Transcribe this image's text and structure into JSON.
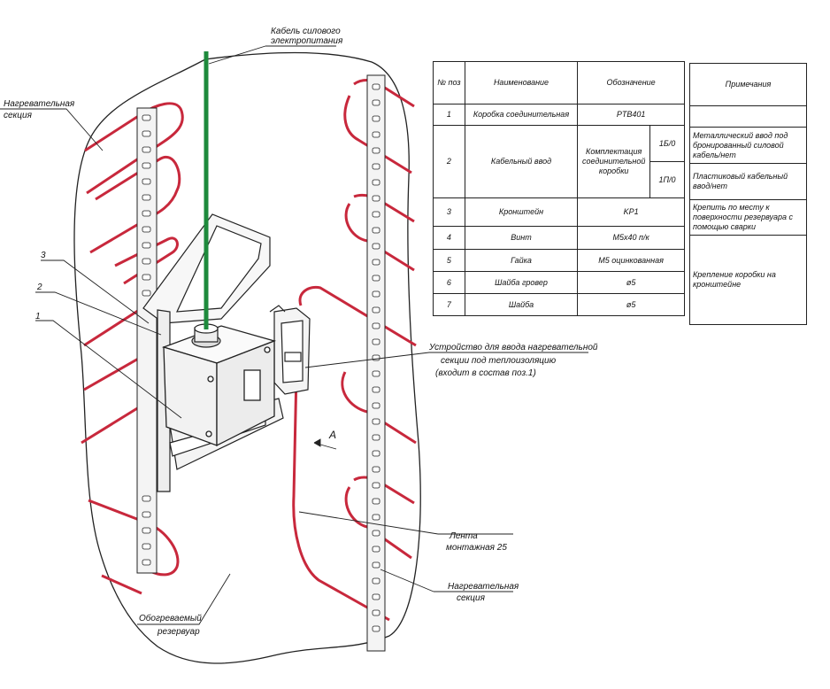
{
  "callouts": {
    "power_cable": [
      "Кабель силового",
      "электропитания"
    ],
    "heating_section_left": [
      "Нагревательная",
      "секция"
    ],
    "pos3": "3",
    "pos2": "2",
    "pos1": "1",
    "entry_device": [
      "Устройство для ввода нагревательной",
      "секции под теплоизоляцию",
      "(входит в состав поз.1)"
    ],
    "view_a": "A",
    "tape": [
      "Лента",
      "монтажная 25"
    ],
    "heating_section_right": [
      "Нагревательная",
      "секция"
    ],
    "tank": [
      "Обогреваемый",
      "резервуар"
    ]
  },
  "spec_table": {
    "headers": {
      "pos": "№ поз",
      "name": "Наименование",
      "designation": "Обозначение"
    },
    "rows": [
      {
        "pos": "1",
        "name": "Коробка соединительная",
        "designation": "PTB401"
      },
      {
        "pos": "2",
        "name": "Кабельный ввод",
        "designation": "Комплектация соединительной коробки",
        "sub1": "1Б/0",
        "sub2": "1П/0"
      },
      {
        "pos": "3",
        "name": "Кронштейн",
        "designation": "KP1"
      },
      {
        "pos": "4",
        "name": "Винт",
        "designation": "М5х40 п/к"
      },
      {
        "pos": "5",
        "name": "Гайка",
        "designation": "М5 оцинкованная"
      },
      {
        "pos": "6",
        "name": "Шайба гровер",
        "designation": "ø5"
      },
      {
        "pos": "7",
        "name": "Шайба",
        "designation": "ø5"
      }
    ]
  },
  "notes_table": {
    "header": "Примечания",
    "note_metal": "Металлический ввод под бронированный силовой кабель/нет",
    "note_plastic": "Пластиковый кабельный ввод/нет",
    "note_bracket": "Крепить по месту к поверхности резервуара с помощью сварки",
    "note_box": "Крепление коробки на кронштейне"
  },
  "colors": {
    "heating_cable": "#c8283c",
    "power_cable": "#1e8a3c",
    "line": "#222222"
  }
}
